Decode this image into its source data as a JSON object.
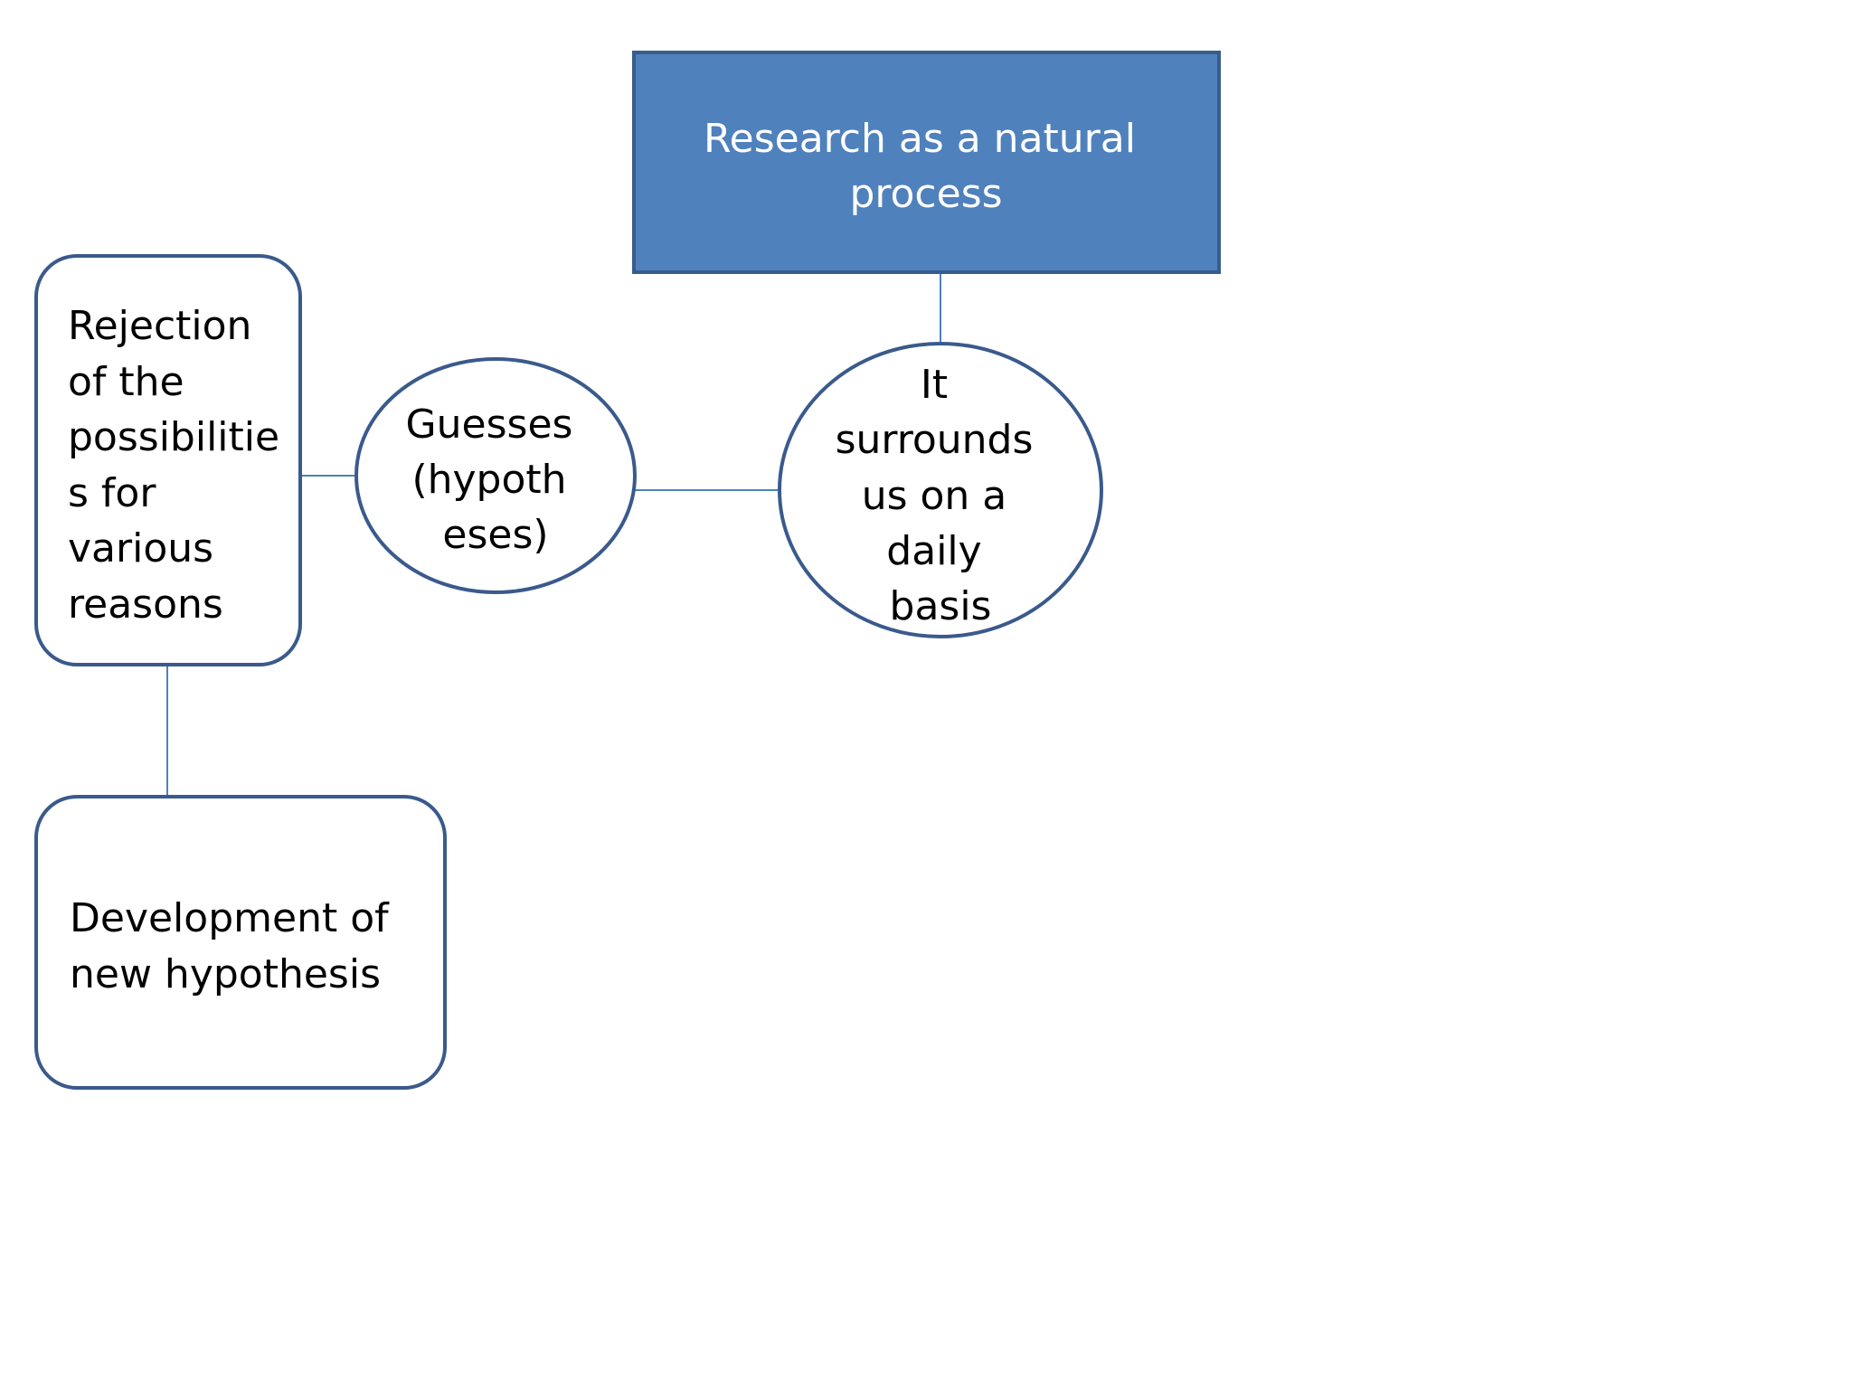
{
  "colors": {
    "title_fill": "#4f81bd",
    "title_border": "#385d8a",
    "node_border": "#3a5a8c",
    "connector": "#4f81bd",
    "title_text": "#ffffff",
    "node_text": "#000000",
    "background": "#ffffff"
  },
  "nodes": {
    "title": {
      "shape": "rectangle",
      "lines": [
        "Research as a natural",
        "process"
      ]
    },
    "daily": {
      "shape": "ellipse",
      "lines": [
        "It",
        "surrounds",
        "us on a",
        "daily",
        "basis"
      ]
    },
    "guesses": {
      "shape": "ellipse",
      "lines": [
        "Guesses",
        "(hypoth",
        "eses)"
      ]
    },
    "rejection": {
      "shape": "rounded-rectangle",
      "lines": [
        "Rejection",
        "of the",
        "possibilitie",
        "s for",
        "various",
        "reasons"
      ]
    },
    "development": {
      "shape": "rounded-rectangle",
      "lines": [
        "Development of",
        "new hypothesis"
      ]
    }
  },
  "edges": [
    {
      "from": "title",
      "to": "daily"
    },
    {
      "from": "daily",
      "to": "guesses"
    },
    {
      "from": "guesses",
      "to": "rejection"
    },
    {
      "from": "rejection",
      "to": "development"
    }
  ]
}
